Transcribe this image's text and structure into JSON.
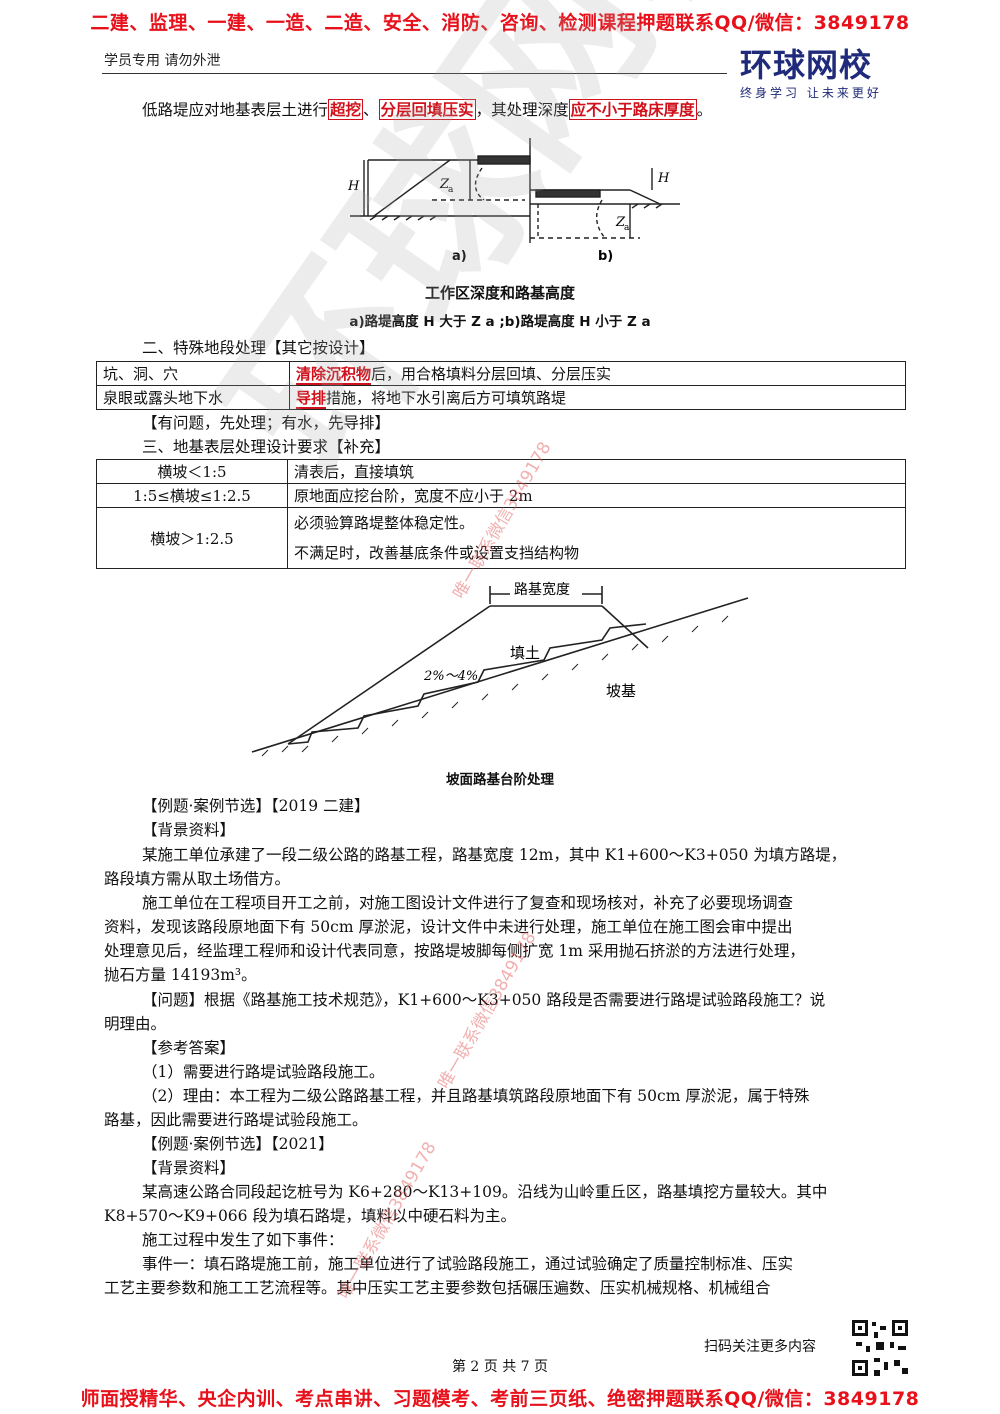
{
  "banner_top": "二建、监理、一建、一造、二造、安全、消防、咨询、检测课程押题联系QQ/微信：3849178",
  "banner_bottom": "师面授精华、央企内训、考点串讲、习题模考、考前三页纸、绝密押题联系QQ/微信：3849178",
  "header_note": "学员专用 请勿外泄",
  "logo": {
    "main": "环球网校",
    "tagline": "终身学习 让未来更好"
  },
  "watermark_text": "环球网校",
  "watermark_red": [
    "唯一联系微信3849178",
    "唯一联系微信3849178",
    "唯一联系微信3849178"
  ],
  "intro": {
    "before": "低路堤应对地基表层土进行",
    "h1": "超挖",
    "sep": "、",
    "h2": "分层回填压实",
    "mid": "，其处理深度",
    "h3": "应不小于路床厚度",
    "end": "。"
  },
  "fig1": {
    "label_a": "a)",
    "label_b": "b)",
    "H": "H",
    "Z": "Z",
    "Za": "a",
    "title": "工作区深度和路基高度",
    "subtitle": "a)路堤高度 H 大于 Z a ;b)路堤高度 H 小于 Z a"
  },
  "sec2_title": "二、特殊地段处理【其它按设计】",
  "table1": [
    {
      "c1": "坑、洞、穴",
      "hl": "清除沉积物",
      "rest": "后，用合格填料分层回填、分层压实"
    },
    {
      "c1": "泉眼或露头地下水",
      "hl": "导排",
      "rest": "措施，将地下水引离后方可填筑路堤"
    }
  ],
  "note1": "【有问题，先处理；有水，先导排】",
  "sec3_title": "三、地基表层处理设计要求【补充】",
  "table2": [
    {
      "c1": "横坡＜1:5",
      "c2": "清表后，直接填筑"
    },
    {
      "c1": "1:5≤横坡≤1:2.5",
      "c2": "原地面应挖台阶，宽度不应小于 2m"
    },
    {
      "c1": "横坡＞1:2.5",
      "c2a": "必须验算路堤整体稳定性。",
      "c2b": "不满足时，改善基底条件或设置支挡结构物"
    }
  ],
  "fig2": {
    "width_label": "路基宽度",
    "fill": "填土",
    "slope": "2%～4%",
    "base": "坡基",
    "caption": "坡面路基台阶处理"
  },
  "ex1": {
    "tag": "【例题·案例节选】【2019 二建】",
    "bg": "【背景资料】",
    "p1a": "某施工单位承建了一段二级公路的路基工程，路基宽度 12m，其中 K1+600～K3+050 为填方路堤，",
    "p1b": "路段填方需从取土场借方。",
    "p2a": "施工单位在工程项目开工之前，对施工图设计文件进行了复查和现场核对，补充了必要现场调查",
    "p2b": "资料，发现该路段原地面下有 50cm 厚淤泥，设计文件中未进行处理，施工单位在施工图会审中提出",
    "p2c": "处理意见后，经监理工程师和设计代表同意，按路堤坡脚每侧扩宽 1m 采用抛石挤淤的方法进行处理，",
    "p2d": "抛石方量 14193m³。",
    "qa": "【问题】根据《路基施工技术规范》，K1+600～K3+050 路段是否需要进行路堤试验路段施工？说",
    "qb": "明理由。",
    "ans": "【参考答案】",
    "a1": "（1）需要进行路堤试验路段施工。",
    "a2a": "（2）理由：本工程为二级公路路基工程，并且路基填筑路段原地面下有 50cm 厚淤泥，属于特殊",
    "a2b": "路基，因此需要进行路堤试验段施工。"
  },
  "ex2": {
    "tag": "【例题·案例节选】【2021】",
    "bg": "【背景资料】",
    "p1a": "某高速公路合同段起讫桩号为 K6+280～K13+109。沿线为山岭重丘区，路基填挖方量较大。其中",
    "p1b": "K8+570～K9+066 段为填石路堤，填料以中硬石料为主。",
    "p2": "施工过程中发生了如下事件：",
    "p3a": "事件一：填石路堤施工前，施工单位进行了试验路段施工，通过试验确定了质量控制标准、压实",
    "p3b": "工艺主要参数和施工工艺流程等。其中压实工艺主要参数包括碾压遍数、压实机械规格、机械组合"
  },
  "footer": {
    "scan": "扫码关注更多内容",
    "page": "第 2 页 共 7 页"
  }
}
